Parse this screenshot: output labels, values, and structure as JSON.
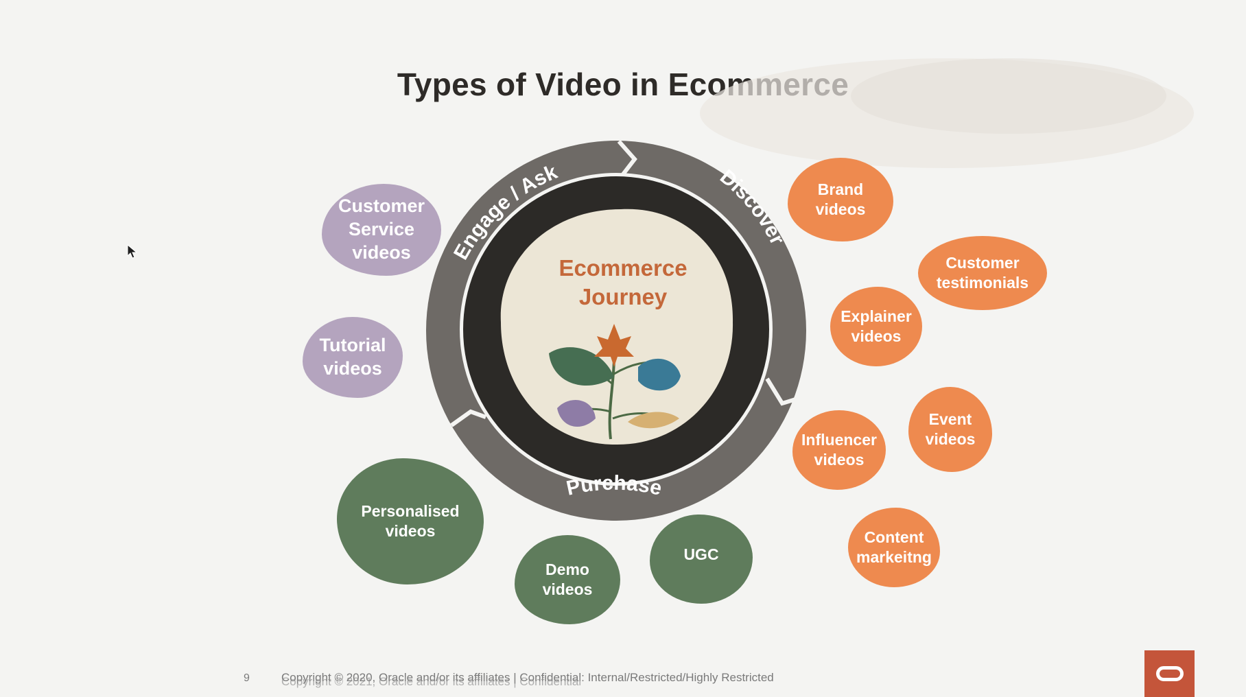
{
  "title": "Types of Video in Ecommerce",
  "center": {
    "line1": "Ecommerce",
    "line2": "Journey"
  },
  "ring_labels": {
    "engage": "Engage / Ask",
    "discover": "Discover",
    "purchase": "Purchase"
  },
  "lavender_nodes": [
    {
      "lines": [
        "Customer",
        "Service",
        "videos"
      ]
    },
    {
      "lines": [
        "Tutorial",
        "videos"
      ]
    }
  ],
  "orange_nodes": [
    {
      "lines": [
        "Brand",
        "videos"
      ]
    },
    {
      "lines": [
        "Customer",
        "testimonials"
      ]
    },
    {
      "lines": [
        "Explainer",
        "videos"
      ]
    },
    {
      "lines": [
        "Event",
        "videos"
      ]
    },
    {
      "lines": [
        "Influencer",
        "videos"
      ]
    },
    {
      "lines": [
        "Content",
        "markeitng"
      ]
    }
  ],
  "green_nodes": [
    {
      "lines": [
        "Personalised",
        "videos"
      ]
    },
    {
      "lines": [
        "Demo",
        "videos"
      ]
    },
    {
      "lines": [
        "UGC"
      ]
    }
  ],
  "footer": {
    "page_number": "9",
    "copyright": "Copyright © 2020, Oracle and/or its affiliates | Confidential: Internal/Restricted/Highly Restricted",
    "copyright_overlay": "Copyright © 2021, Oracle and/or its affiliates | Confidential"
  },
  "colors": {
    "lavender": "#b4a4be",
    "orange": "#ee8a4f",
    "green": "#5f7c5c",
    "ring": "#6e6a66",
    "inner_ring": "#2c2a27",
    "center": "#ece6d6",
    "brand": "#c4553a"
  }
}
